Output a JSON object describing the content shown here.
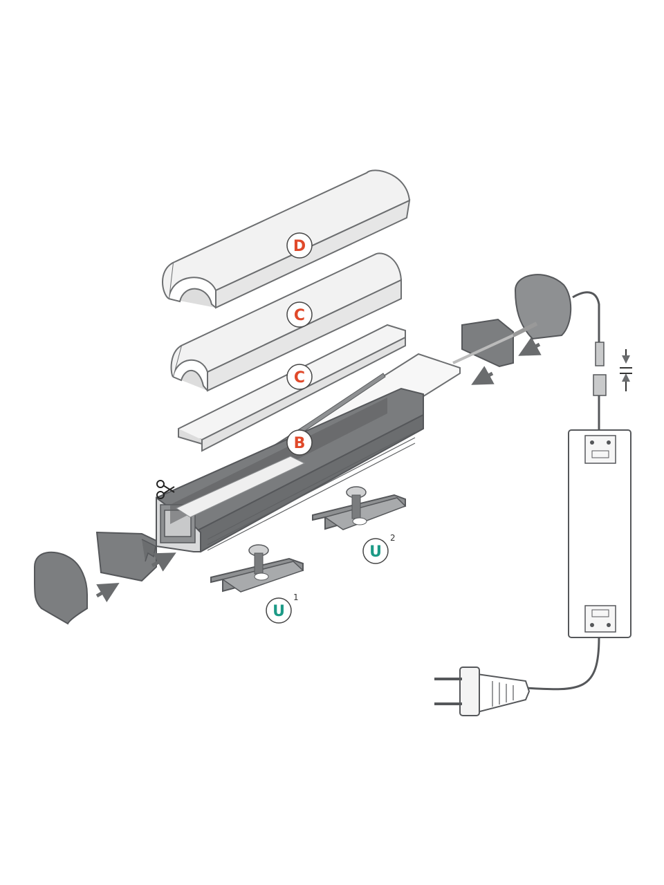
{
  "colors": {
    "label_red": "#e0492a",
    "label_green": "#1c9a86",
    "part_dark": "#6b6d6f",
    "part_mid": "#8e9092",
    "part_light": "#b9bbbd",
    "cover": "#f0f0f0",
    "outline": "#5a5c5e",
    "arrow": "#6a6c6e"
  },
  "labels": {
    "d": "D",
    "c_round": "C",
    "c_flat": "C",
    "b": "B",
    "u1": "U",
    "u1_sup": "1",
    "u2": "U",
    "u2_sup": "2"
  },
  "icons": [
    "scissors-icon",
    "arrow-right-icon",
    "arrow-left-icon",
    "arrow-down-icon",
    "arrow-up-icon"
  ]
}
